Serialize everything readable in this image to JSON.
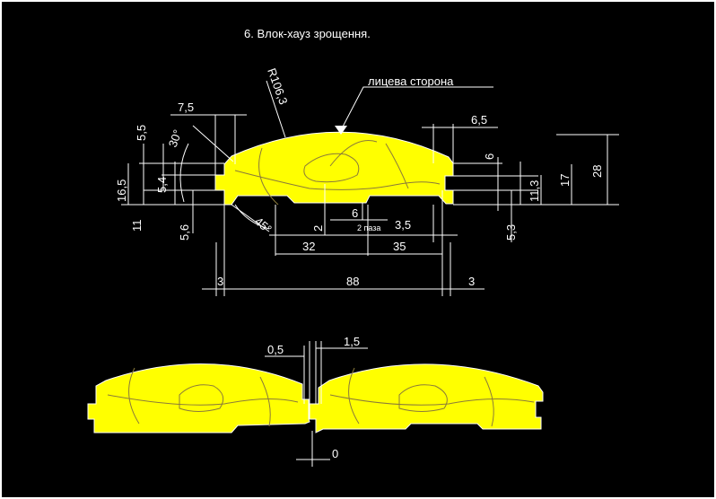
{
  "title": "6. Влок-хауз зрощення.",
  "face_label": "лицева сторона",
  "radius": "R106,3",
  "angle_30": "30°",
  "angle_45": "45°",
  "groove_note": "2 паза",
  "dims": {
    "d7_5": "7,5",
    "d5_5": "5,5",
    "d16_5": "16,5",
    "d5_4": "5,4",
    "d11": "11",
    "d5_6": "5,6",
    "d2": "2",
    "d6_bottom": "6",
    "d3_5": "3,5",
    "d32": "32",
    "d35": "35",
    "d3_left": "3",
    "d88": "88",
    "d3_right": "3",
    "d6_5": "6,5",
    "d6_right": "6",
    "d11_3": "11,3",
    "d17": "17",
    "d28": "28",
    "d5_3": "5,3",
    "d0_5": "0,5",
    "d1_5": "1,5",
    "d0": "0"
  },
  "colors": {
    "background": "#000000",
    "board": "#ffff00",
    "lines": "#ffffff"
  }
}
